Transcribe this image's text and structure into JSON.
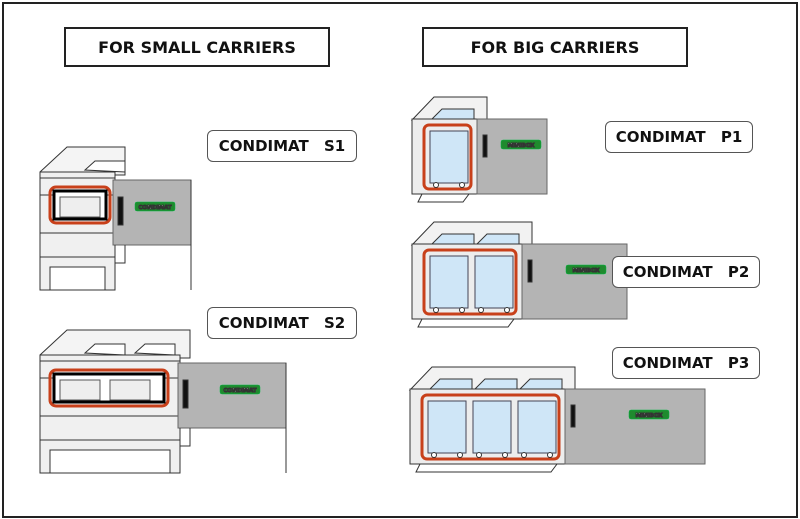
{
  "headers": {
    "small": "FOR SMALL CARRIERS",
    "big": "FOR BIG CARRIERS"
  },
  "machines": [
    {
      "id": "s1",
      "label": "CONDIMAT S1",
      "type": "small",
      "compartments": 1,
      "badge": "CONDIMAT"
    },
    {
      "id": "s2",
      "label": "CONDIMAT S2",
      "type": "small",
      "compartments": 2,
      "badge": "CONDIMAT"
    },
    {
      "id": "p1",
      "label": "CONDIMAT P1",
      "type": "big",
      "compartments": 1,
      "badge": "MINIBOX"
    },
    {
      "id": "p2",
      "label": "CONDIMAT P2",
      "type": "big",
      "compartments": 2,
      "badge": "MINIBOX"
    },
    {
      "id": "p3",
      "label": "CONDIMAT P3",
      "type": "big",
      "compartments": 3,
      "badge": "MINIBOX"
    }
  ],
  "colors": {
    "highlight": "#c8401a",
    "badge": "#1f8a2e",
    "door": "#b4b4b4",
    "carrier": "#cfe6f7"
  }
}
